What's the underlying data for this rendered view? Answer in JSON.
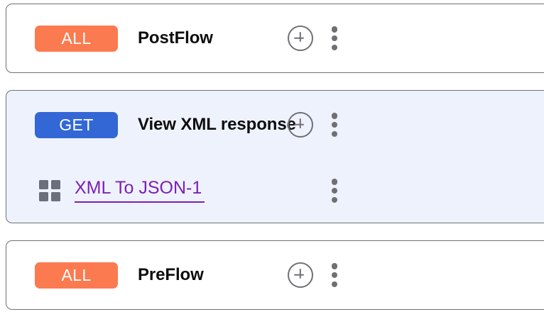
{
  "flows": [
    {
      "id": "postflow",
      "selected": false,
      "badge": {
        "label": "ALL",
        "type": "all",
        "color": "#fc7a4f"
      },
      "title": "PostFlow",
      "add_icon": "plus-circle-icon",
      "menu_icon": "kebab-menu-icon",
      "children": []
    },
    {
      "id": "view-xml-response",
      "selected": true,
      "badge": {
        "label": "GET",
        "type": "get",
        "color": "#3367d6"
      },
      "title": "View XML response",
      "add_icon": "plus-circle-icon",
      "menu_icon": "kebab-menu-icon",
      "children": [
        {
          "id": "xml-to-json-1",
          "icon": "grid-policy-icon",
          "label": "XML To JSON-1",
          "link_color": "#7d1fb5",
          "menu_icon": "kebab-menu-icon"
        }
      ]
    },
    {
      "id": "preflow",
      "selected": false,
      "badge": {
        "label": "ALL",
        "type": "all",
        "color": "#fc7a4f"
      },
      "title": "PreFlow",
      "add_icon": "plus-circle-icon",
      "menu_icon": "kebab-menu-icon",
      "children": []
    }
  ],
  "theme": {
    "card_border": "#6e7073",
    "selected_background": "#eef2fd",
    "icon_gray": "#6e7073",
    "grid_icon_gray": "#6b6f7c",
    "title_color": "#0d0d0d"
  }
}
